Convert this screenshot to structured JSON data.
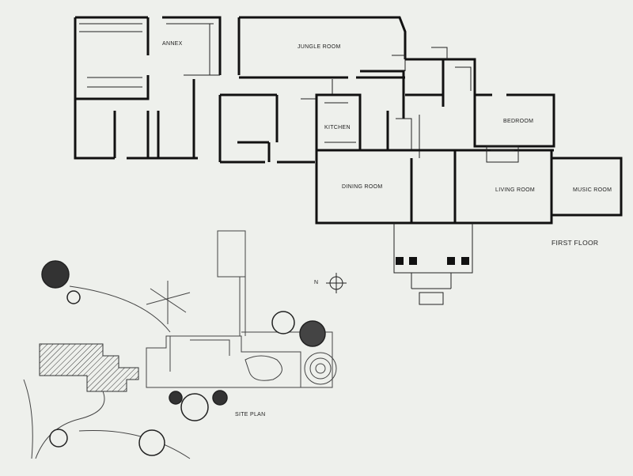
{
  "rooms": {
    "annex": "ANNEX",
    "jungle_room": "JUNGLE ROOM",
    "kitchen": "KITCHEN",
    "bedroom": "BEDROOM",
    "dining_room": "DINING ROOM",
    "living_room": "LIVING ROOM",
    "music_room": "MUSIC ROOM"
  },
  "captions": {
    "first_floor": "FIRST FLOOR",
    "site_plan": "SITE PLAN",
    "north": "N"
  }
}
